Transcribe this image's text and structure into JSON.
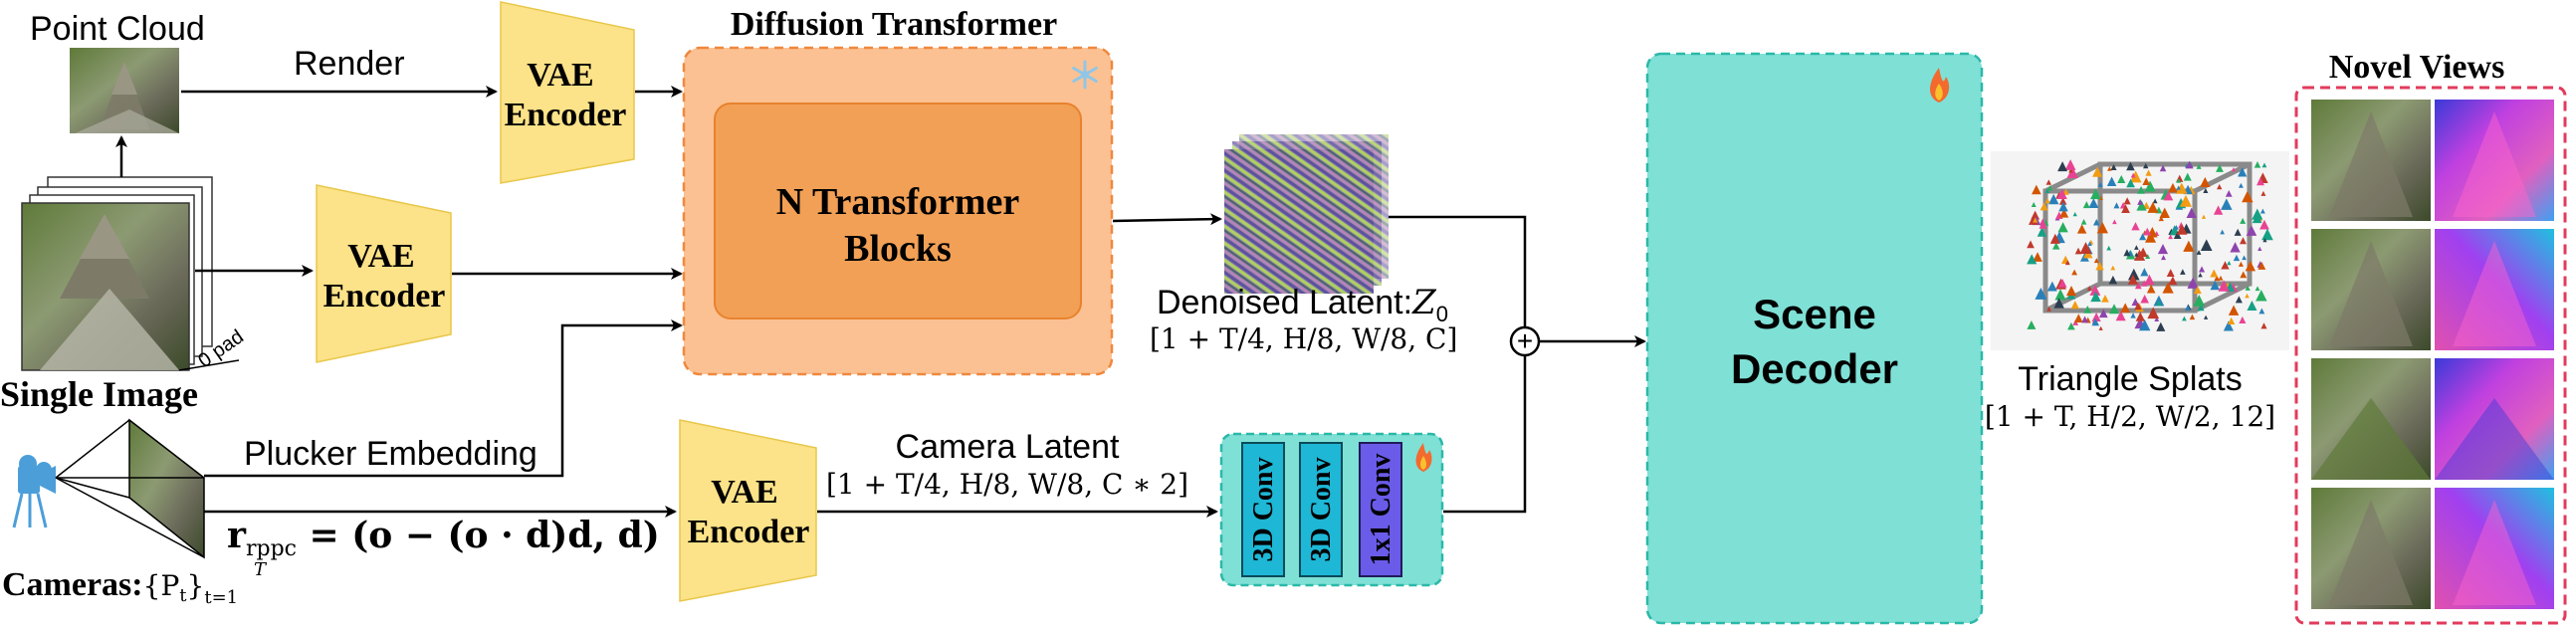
{
  "labels": {
    "point_cloud": "Point Cloud",
    "render": "Render",
    "vae_encoder_line1": "VAE",
    "vae_encoder_line2": "Encoder",
    "diffusion_transformer": "Diffusion Transformer",
    "n_transformer_line1": "N Transformer",
    "n_transformer_line2": "Blocks",
    "denoised_latent": "Denoised Latent:",
    "denoised_latent_symbol": "Z",
    "denoised_latent_sub": "0",
    "denoised_shape": "[1 + T/4, H/8, W/8, C]",
    "single_image": "Single Image",
    "zero_pad": "0 pad",
    "plucker_embedding": "Plucker Embedding",
    "camera_latent": "Camera Latent",
    "camera_shape": "[1 + T/4, H/8, W/8, C ∗ 2]",
    "rppc_r": "r",
    "rppc_sub": "rppc",
    "rppc_rhs": " = (o − (o · d)d, d)",
    "conv_3d_1": "3D Conv",
    "conv_3d_2": "3D Conv",
    "conv_1x1": "1x1 Conv",
    "cameras_label": "Cameras:",
    "cameras_set": "{P",
    "cameras_sub": "t",
    "cameras_close": "}",
    "cameras_sub_range": "t=1",
    "cameras_sup": "T",
    "scene_decoder_line1": "Scene",
    "scene_decoder_line2": "Decoder",
    "triangle_splats": "Triangle Splats",
    "triangle_shape": "[1 + T, H/2, W/2, 12]",
    "novel_views": "Novel Views",
    "plus": "+"
  },
  "icons": {
    "frozen": "snowflake-icon",
    "trainable": "fire-icon",
    "camera": "video-camera-icon"
  },
  "colors": {
    "vae_fill": "#FCE288",
    "diffusion_outer": "#FBC193",
    "diffusion_inner": "#F2A056",
    "decoder_fill": "#7FE0D6",
    "conv_3d_fill": "#1EB7D6",
    "conv_1x1_fill": "#6A5BE8",
    "novel_border": "#E23B5C"
  }
}
